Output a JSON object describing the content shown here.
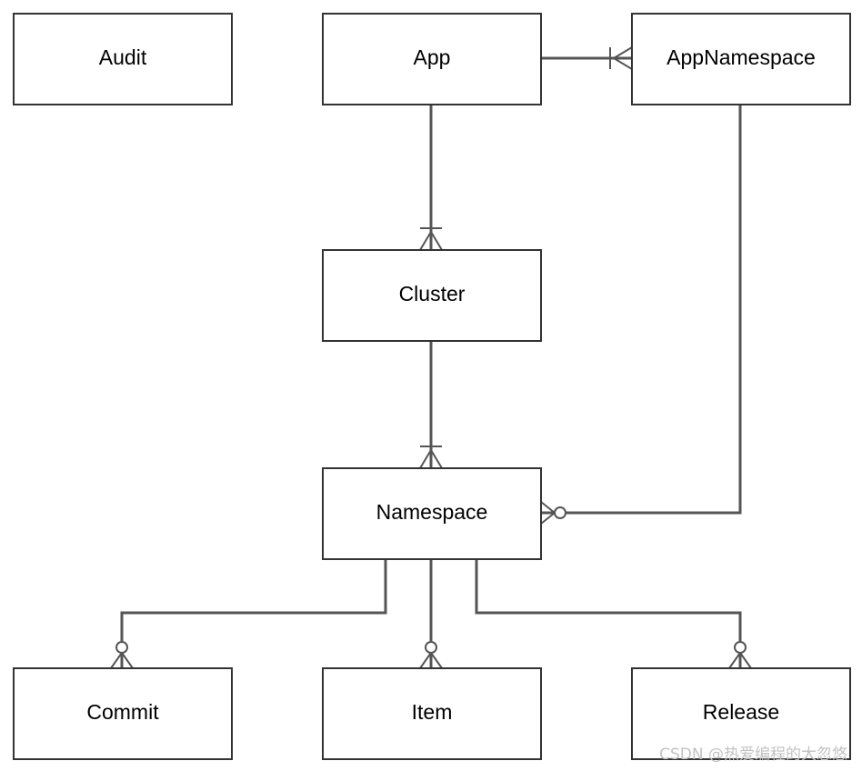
{
  "entities": {
    "audit": "Audit",
    "app": "App",
    "app_namespace": "AppNamespace",
    "cluster": "Cluster",
    "namespace": "Namespace",
    "commit": "Commit",
    "item": "Item",
    "release": "Release"
  },
  "relationships": [
    {
      "from": "App",
      "to": "AppNamespace",
      "cardinality": "one-or-many"
    },
    {
      "from": "App",
      "to": "Cluster",
      "cardinality": "one-or-many"
    },
    {
      "from": "Cluster",
      "to": "Namespace",
      "cardinality": "one-or-many"
    },
    {
      "from": "AppNamespace",
      "to": "Namespace",
      "cardinality": "zero-or-many"
    },
    {
      "from": "Namespace",
      "to": "Commit",
      "cardinality": "zero-or-many"
    },
    {
      "from": "Namespace",
      "to": "Item",
      "cardinality": "zero-or-many"
    },
    {
      "from": "Namespace",
      "to": "Release",
      "cardinality": "zero-or-many"
    }
  ],
  "colors": {
    "box_border": "#333333",
    "connector": "#555555",
    "watermark": "#c2c2c2"
  },
  "watermark": "CSDN @热爱编程的大忽悠"
}
